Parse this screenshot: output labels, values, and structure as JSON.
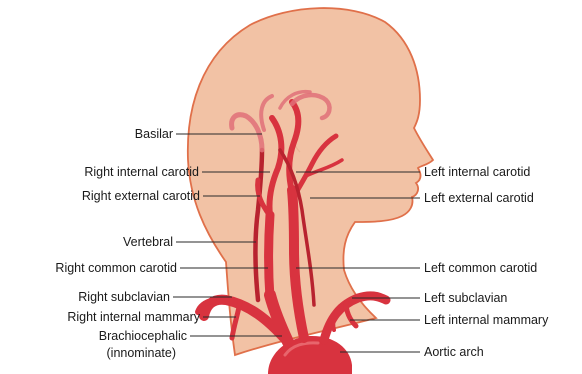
{
  "colors": {
    "skin": "#f2c2a5",
    "skin_outline": "#e0704a",
    "artery": "#d8333f",
    "artery_dark": "#b8232f",
    "label": "#1a1a1a"
  },
  "labels_left": {
    "basilar": "Basilar",
    "right_internal_carotid": "Right internal carotid",
    "right_external_carotid": "Right external carotid",
    "vertebral": "Vertebral",
    "right_common_carotid": "Right common carotid",
    "right_subclavian": "Right subclavian",
    "right_internal_mammary": "Right internal mammary",
    "brachiocephalic_line1": "Brachiocephalic",
    "brachiocephalic_line2": "(innominate)"
  },
  "labels_right": {
    "left_internal_carotid": "Left internal carotid",
    "left_external_carotid": "Left external carotid",
    "left_common_carotid": "Left common carotid",
    "left_subclavian": "Left subclavian",
    "left_internal_mammary": "Left internal mammary",
    "aortic_arch": "Aortic arch"
  }
}
